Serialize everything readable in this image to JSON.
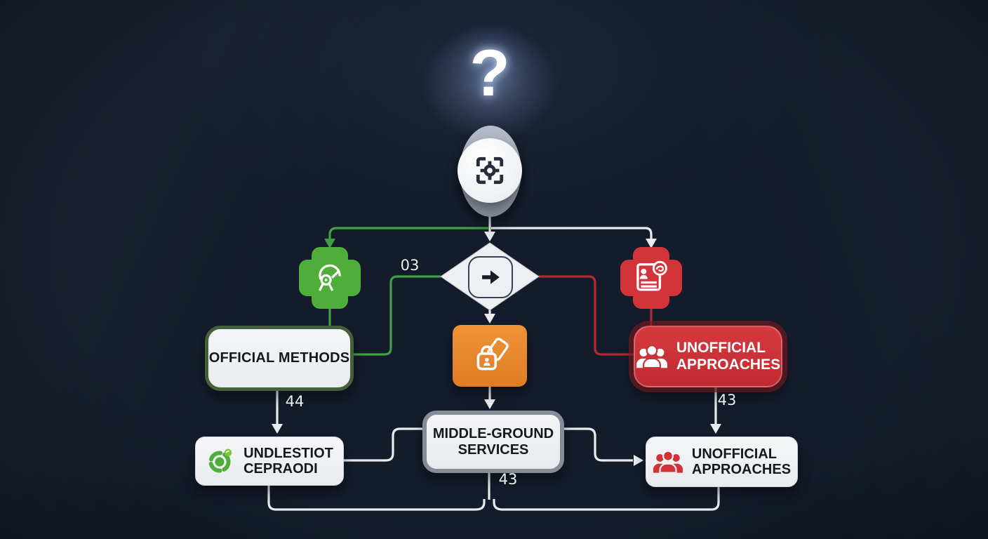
{
  "symbols": {
    "question_mark": "?"
  },
  "edge_labels": {
    "decision_branch": "03",
    "official_to_bottom": "44",
    "unofficial_to_bottom": "43",
    "middle_to_bottom": "43"
  },
  "nodes": {
    "official_methods": {
      "label": "OFFICIAL METHODS"
    },
    "unofficial_approaches_main": {
      "line1": "UNOFFICIAL",
      "line2": "APPROACHES"
    },
    "middle_ground_services": {
      "line1": "MIDDLE-GROUND",
      "line2": "SERVICES"
    },
    "official_sub": {
      "line1": "UNDLESTIOT",
      "line2": "CEPRAODI"
    },
    "unofficial_sub": {
      "line1": "UNOFFICIAL",
      "line2": "APPROACHES"
    }
  },
  "icons": {
    "hub": "scan-frame-icon",
    "decision": "arrow-right-icon",
    "official_branch": "award-badge-icon",
    "unofficial_branch": "id-card-icon",
    "middle_branch": "lock-device-icon",
    "people_group": "people-group-icon",
    "official_sub": "segmented-ring-icon"
  },
  "colors": {
    "background": "#141b2a",
    "green": "#4fae3a",
    "green_line": "#3fa044",
    "dark_green_border": "#45603b",
    "red": "#d23439",
    "red_box": "#cb3135",
    "red_line": "#b12b31",
    "orange": "#e8862e",
    "white_line": "#e9ebee",
    "box_fill": "#f0f1f3",
    "gray_border": "#858b97",
    "text_dark": "#15181f"
  }
}
